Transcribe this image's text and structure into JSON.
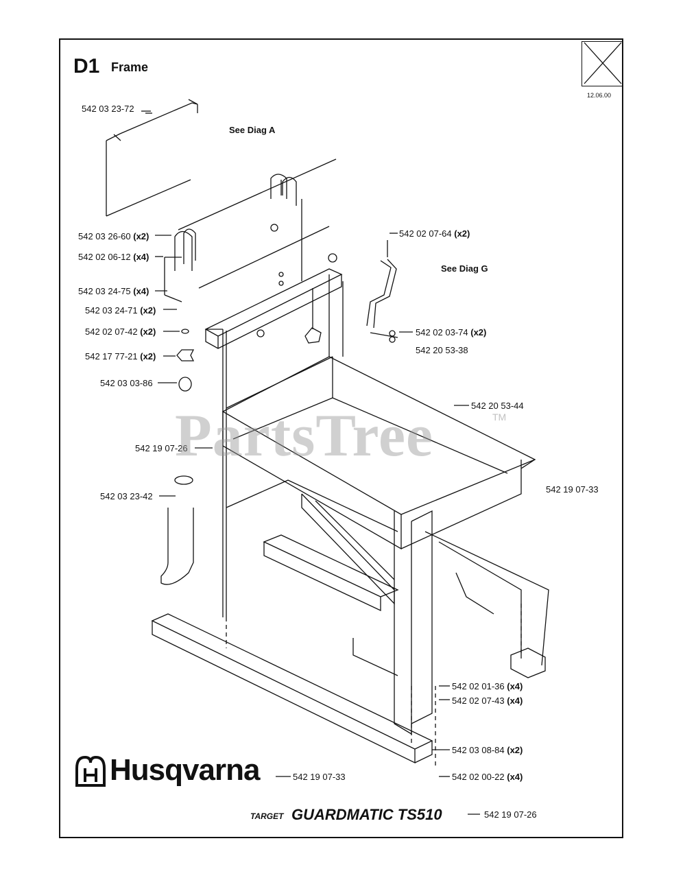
{
  "header": {
    "diagram_id": "D1",
    "diagram_title": "Frame",
    "date": "12.06.00"
  },
  "references": {
    "diag_a": "See Diag A",
    "diag_g": "See Diag G"
  },
  "parts": [
    {
      "number": "542 03 23-72",
      "qty": ""
    },
    {
      "number": "542 03 26-60",
      "qty": "(x2)"
    },
    {
      "number": "542 02 06-12",
      "qty": "(x4)"
    },
    {
      "number": "542 03 24-75",
      "qty": "(x4)"
    },
    {
      "number": "542 03 24-71",
      "qty": "(x2)"
    },
    {
      "number": "542 02 07-42",
      "qty": "(x2)"
    },
    {
      "number": "542 17 77-21",
      "qty": "(x2)"
    },
    {
      "number": "542 03 03-86",
      "qty": ""
    },
    {
      "number": "542 19 07-26",
      "qty": ""
    },
    {
      "number": "542 03 23-42",
      "qty": ""
    },
    {
      "number": "542 02 07-64",
      "qty": "(x2)"
    },
    {
      "number": "542 02 03-74",
      "qty": "(x2)"
    },
    {
      "number": "542 20 53-38",
      "qty": ""
    },
    {
      "number": "542 20 53-44",
      "qty": ""
    },
    {
      "number": "542 19 07-33",
      "qty": ""
    },
    {
      "number": "542 02 01-36",
      "qty": "(x4)"
    },
    {
      "number": "542 02 07-43",
      "qty": "(x4)"
    },
    {
      "number": "542 03 08-84",
      "qty": "(x2)"
    },
    {
      "number": "542 02 00-22",
      "qty": "(x4)"
    },
    {
      "number": "542 19 07-33",
      "qty": ""
    },
    {
      "number": "542 19 07-26",
      "qty": ""
    }
  ],
  "watermark": {
    "text": "PartsTree",
    "tm": "TM"
  },
  "footer": {
    "brand": "Husqvarna",
    "model_prefix": "TARGET",
    "model_name": "GUARDMATIC TS510"
  }
}
